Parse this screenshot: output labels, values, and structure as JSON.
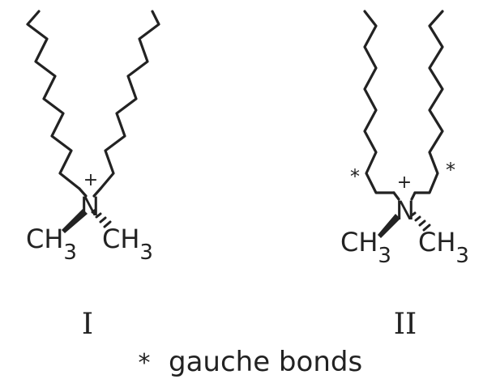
{
  "structures": [
    {
      "label": "I",
      "nitrogen": "N",
      "charge": "+",
      "methyl_left": {
        "main": "CH",
        "sub": "3"
      },
      "methyl_right": {
        "main": "CH",
        "sub": "3"
      },
      "chain_conformation": "all-trans"
    },
    {
      "label": "II",
      "nitrogen": "N",
      "charge": "+",
      "methyl_left": {
        "main": "CH",
        "sub": "3"
      },
      "methyl_right": {
        "main": "CH",
        "sub": "3"
      },
      "gauche_marker_left": "*",
      "gauche_marker_right": "*",
      "chain_conformation": "gauche"
    }
  ],
  "legend": {
    "marker": "*",
    "text": "gauche bonds"
  },
  "colors": {
    "ink": "#222222",
    "background": "#ffffff"
  }
}
